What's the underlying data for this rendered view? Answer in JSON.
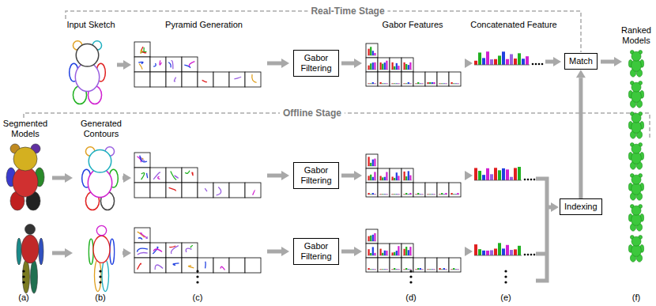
{
  "diagram": {
    "nodes": [
      {
        "text": [
          "Gabor Filtering"
        ]
      },
      {
        "text": [
          "Match"
        ]
      },
      {
        "text": [
          "Gabor Filtering"
        ]
      },
      {
        "text": [
          "Indexing"
        ]
      },
      {
        "text": [
          "Gabor Filtering"
        ]
      }
    ],
    "edges": [
      {
        "from": 3,
        "to": 1,
        "arrow": "to"
      }
    ],
    "labels": [
      "Real-Time Stage",
      "Offline Stage",
      "Input Sketch",
      "Pyramid Generation",
      "Gabor Features",
      "Concatenated Feature",
      "Ranked Models",
      "Segmented Models",
      "Generated Contours",
      "(a)",
      "(b)",
      "(c)",
      "(d)",
      "(e)",
      "(f)"
    ]
  }
}
